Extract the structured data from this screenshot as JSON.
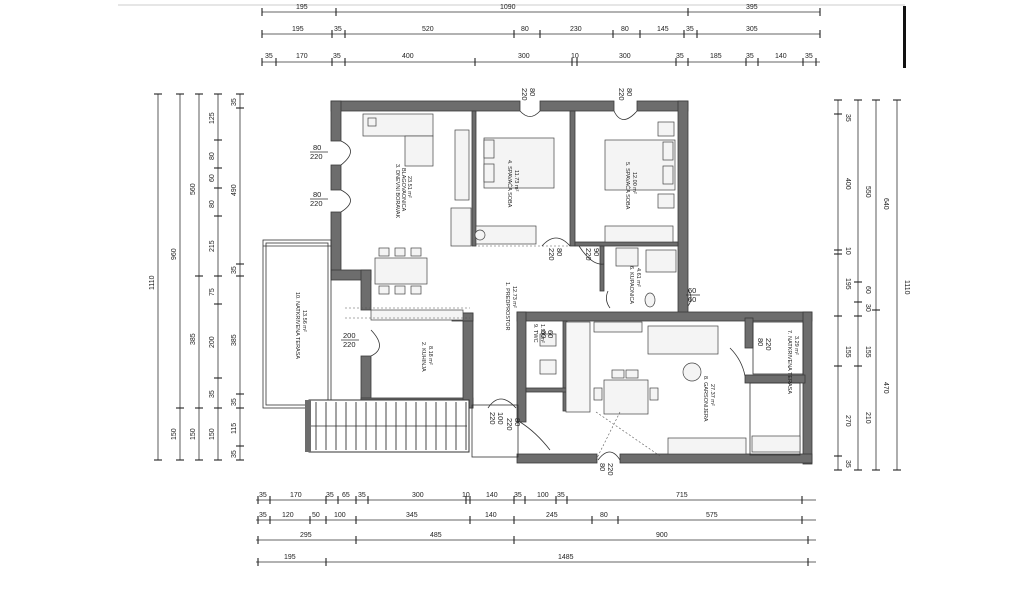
{
  "dimensions": {
    "top_row_0": [
      "195",
      "1090",
      "395"
    ],
    "top_row_1": [
      "195",
      "35",
      "520",
      "80",
      "230",
      "80",
      "145",
      "35",
      "305"
    ],
    "top_row_2": [
      "35",
      "170",
      "35",
      "400",
      "300",
      "10",
      "300",
      "35",
      "185",
      "35",
      "140",
      "35"
    ],
    "left_col_1": [
      "1110"
    ],
    "left_col_2": [
      "960",
      "150"
    ],
    "left_col_3": [
      "560",
      "385",
      "150"
    ],
    "left_col_4": [
      "125",
      "80",
      "60",
      "80",
      "215",
      "75",
      "200",
      "35",
      "150"
    ],
    "left_col_5": [
      "35",
      "490",
      "35",
      "385",
      "35",
      "115",
      "35"
    ],
    "right_col_1": [
      "35",
      "400",
      "10",
      "195",
      "155",
      "270",
      "35"
    ],
    "right_col_2": [
      "550",
      "60",
      "30",
      "155",
      "210"
    ],
    "right_col_3": [
      "640",
      "470"
    ],
    "right_col_4": [
      "1110"
    ],
    "bottom_row_1": [
      "35",
      "170",
      "35",
      "65",
      "35",
      "300",
      "10",
      "140",
      "35",
      "100",
      "35",
      "715"
    ],
    "bottom_row_2": [
      "35",
      "120",
      "50",
      "100",
      "345",
      "140",
      "245",
      "80",
      "575"
    ],
    "bottom_row_3": [
      "295",
      "485",
      "900"
    ],
    "bottom_row_4": [
      "195",
      "1485"
    ]
  },
  "rooms": [
    {
      "label": "3. DNEVNI BORAVAK",
      "sub": "BLAGOVAONICA",
      "area": "23.51 m²"
    },
    {
      "label": "4. SPAVAĆA SOBA",
      "area": "11.73 m²"
    },
    {
      "label": "5. SPAVAĆA SOBA",
      "area": "12.00 m²"
    },
    {
      "label": "6. KUPAONICA",
      "area": "4.61 m²"
    },
    {
      "label": "1. PREDPROSTOR",
      "area": "12.73 m²"
    },
    {
      "label": "2. KUHINJA",
      "area": "8.18 m²"
    },
    {
      "label": "10. NATKRIVENA TERASA",
      "area": "13.56 m²"
    },
    {
      "label": "9. TWC",
      "area": "1.97 m²"
    },
    {
      "label": "8. GARSONIJERA",
      "area": "27.37 m²"
    },
    {
      "label": "7. NATKRIVENA TERASA",
      "area": "3.29 m²"
    }
  ],
  "doors": [
    {
      "w": "80",
      "h": "220"
    },
    {
      "w": "80",
      "h": "220"
    },
    {
      "w": "80",
      "h": "220"
    },
    {
      "w": "80",
      "h": "220"
    },
    {
      "w": "90",
      "h": "220"
    },
    {
      "w": "80",
      "h": "220"
    },
    {
      "w": "60",
      "h": "60"
    },
    {
      "w": "200",
      "h": "220"
    },
    {
      "w": "100",
      "h": "220"
    },
    {
      "w": "80",
      "h": "220"
    },
    {
      "w": "60",
      "h": "60"
    },
    {
      "w": "80",
      "h": "220"
    },
    {
      "w": "80",
      "h": "220"
    }
  ]
}
